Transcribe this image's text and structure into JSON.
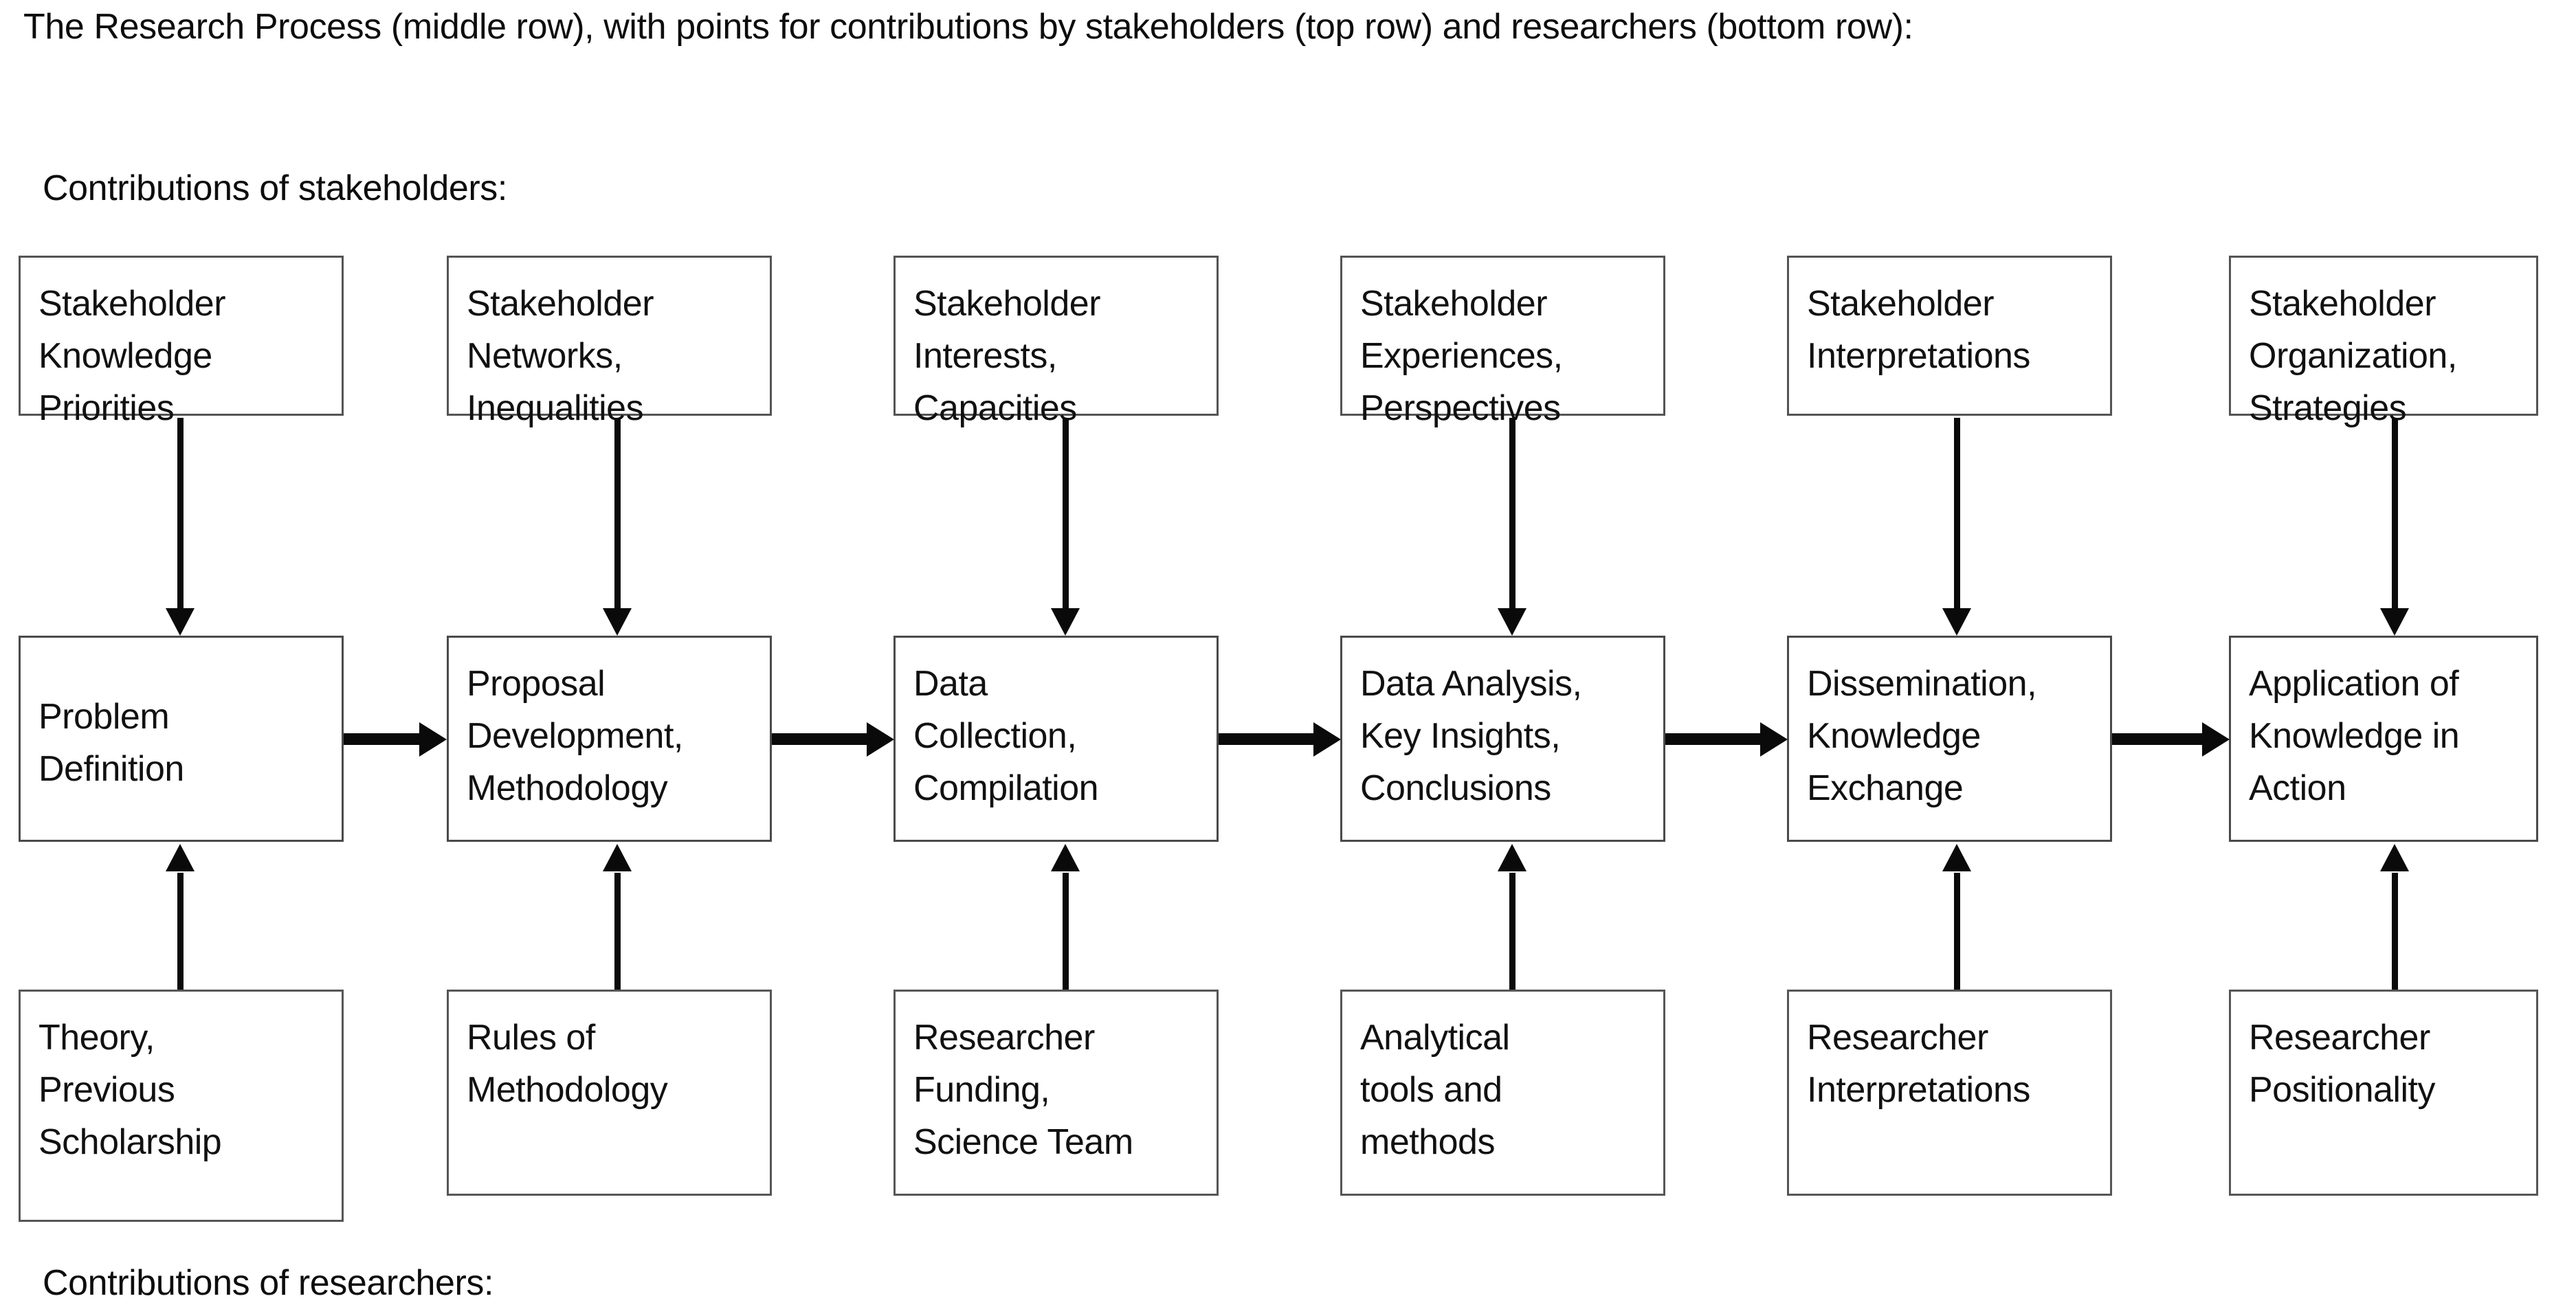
{
  "title": "The Research Process (middle row), with points for contributions by stakeholders (top row) and researchers (bottom row):",
  "labels": {
    "top_row": "Contributions of stakeholders:",
    "bottom_row": "Contributions of researchers:"
  },
  "colors": {
    "box_border": "#4f4f4f",
    "arrow": "#0a0a0a",
    "text": "#111111",
    "background": "#ffffff"
  },
  "rows": {
    "top": {
      "name": "Contributions of stakeholders",
      "nodes": [
        {
          "lines": [
            "Stakeholder",
            "Knowledge",
            "Priorities"
          ]
        },
        {
          "lines": [
            "Stakeholder",
            "Networks,",
            "Inequalities"
          ]
        },
        {
          "lines": [
            "Stakeholder",
            "Interests,",
            "Capacities"
          ]
        },
        {
          "lines": [
            "Stakeholder",
            "Experiences,",
            "Perspectives"
          ]
        },
        {
          "lines": [
            "Stakeholder",
            "Interpretations"
          ]
        },
        {
          "lines": [
            "Stakeholder",
            "Organization,",
            "Strategies"
          ]
        }
      ]
    },
    "middle": {
      "name": "The Research Process",
      "nodes": [
        {
          "lines": [
            "Problem",
            "Definition"
          ]
        },
        {
          "lines": [
            "Proposal",
            "Development,",
            "Methodology"
          ]
        },
        {
          "lines": [
            "Data",
            "Collection,",
            "Compilation"
          ]
        },
        {
          "lines": [
            "Data Analysis,",
            "Key Insights,",
            "Conclusions"
          ]
        },
        {
          "lines": [
            "Dissemination,",
            "Knowledge",
            "Exchange"
          ]
        },
        {
          "lines": [
            "Application of",
            "Knowledge in",
            "Action"
          ]
        }
      ]
    },
    "bottom": {
      "name": "Contributions of researchers",
      "nodes": [
        {
          "lines": [
            "Theory,",
            "Previous",
            "Scholarship"
          ]
        },
        {
          "lines": [
            "Rules of",
            "Methodology"
          ]
        },
        {
          "lines": [
            "Researcher",
            "Funding,",
            "Science Team"
          ]
        },
        {
          "lines": [
            "Analytical",
            "tools and",
            "methods"
          ]
        },
        {
          "lines": [
            "Researcher",
            "Interpretations"
          ]
        },
        {
          "lines": [
            "Researcher",
            "Positionality"
          ]
        }
      ]
    }
  },
  "connectors": {
    "stakeholder_to_process": "down-arrow",
    "researcher_to_process": "up-arrow",
    "process_flow": "right-arrow",
    "flow_count": 5
  }
}
